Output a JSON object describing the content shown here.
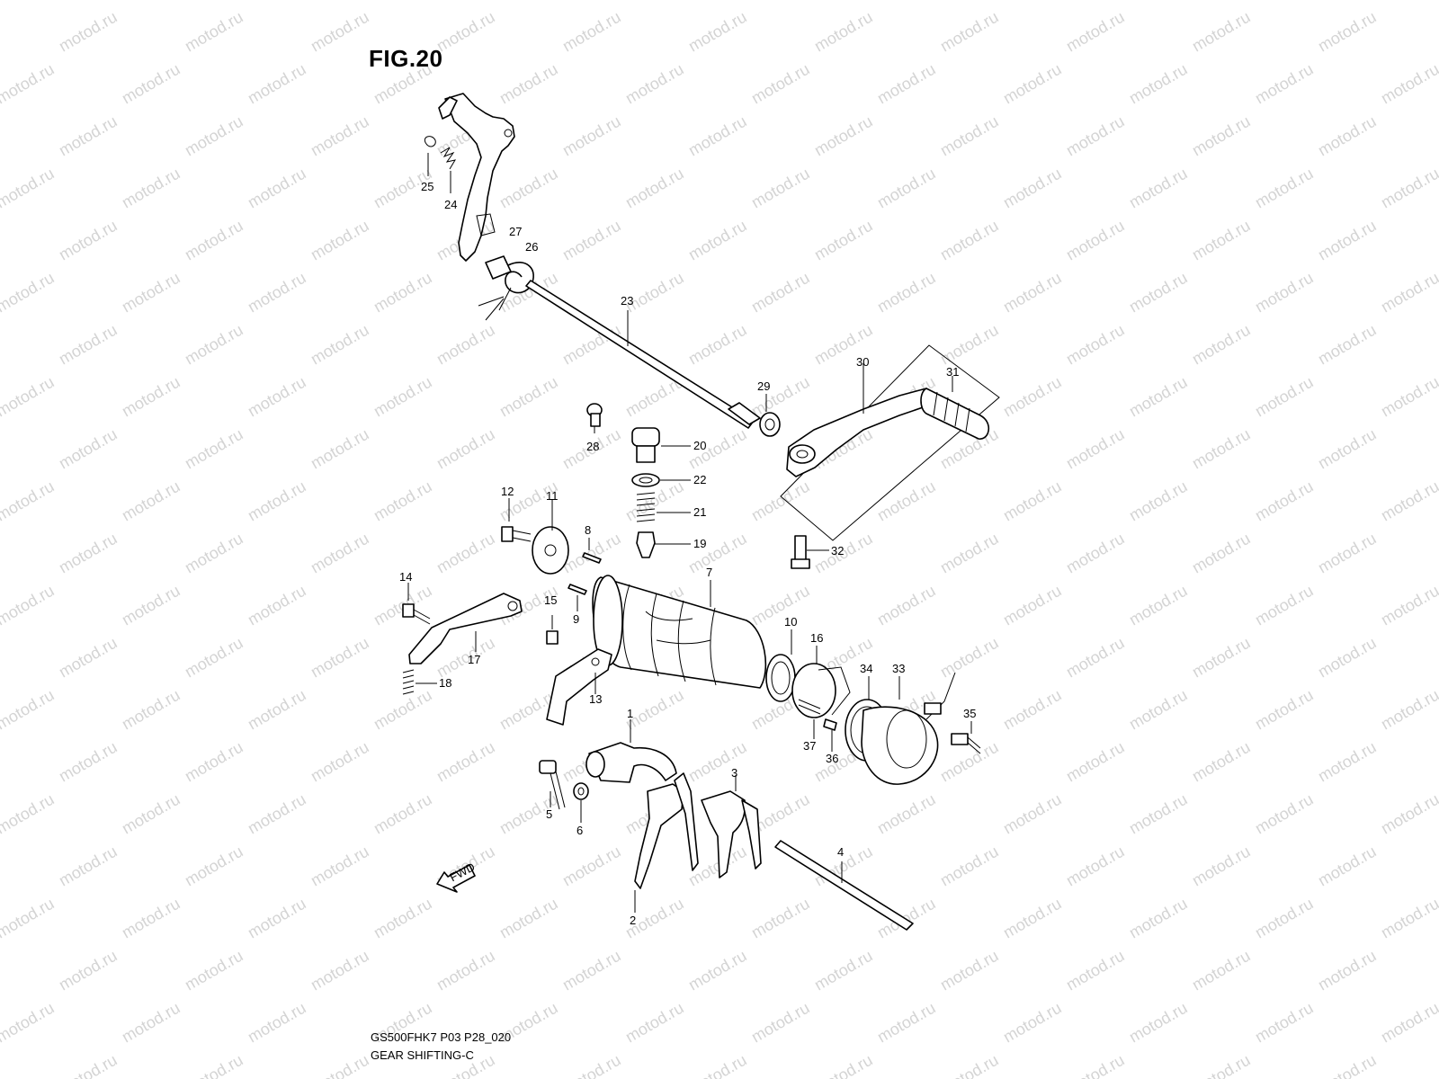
{
  "header": {
    "figure_title": "FIG.20"
  },
  "footer": {
    "model_code": "GS500FHK7 P03 P28_020",
    "section_title": "GEAR SHIFTING-C"
  },
  "watermark": {
    "text": "motod.ru"
  },
  "arrow": {
    "label": "FWD"
  },
  "callouts": [
    "1",
    "2",
    "3",
    "4",
    "5",
    "6",
    "7",
    "8",
    "9",
    "10",
    "11",
    "12",
    "13",
    "14",
    "15",
    "16",
    "17",
    "18",
    "19",
    "20",
    "21",
    "22",
    "23",
    "24",
    "25",
    "26",
    "27",
    "28",
    "29",
    "30",
    "31",
    "32",
    "33",
    "34",
    "35",
    "36",
    "37"
  ],
  "colors": {
    "background": "#ffffff",
    "ink": "#000000",
    "watermark": "#d4d4d4"
  }
}
